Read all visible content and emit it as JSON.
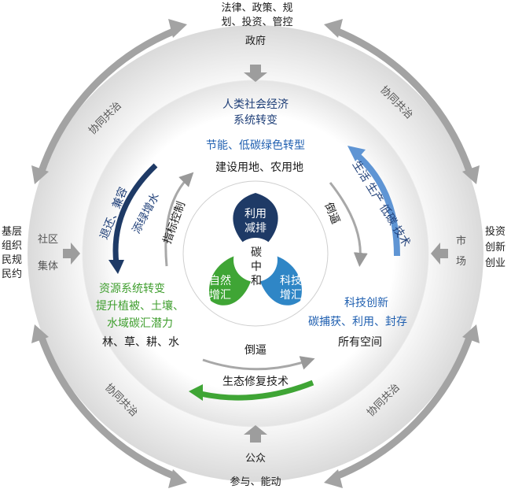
{
  "outer": {
    "top_text": [
      "法律、政策、规",
      "划、投资、管控"
    ],
    "top_actor": "政府",
    "left_text": [
      "基层",
      "组织",
      "民规",
      "民约"
    ],
    "left_actor": [
      "社区",
      "集体"
    ],
    "right_text": [
      "投资",
      "创新",
      "创业"
    ],
    "right_actor": [
      "市",
      "场"
    ],
    "bottom_actor": "公众",
    "bottom_text": "参与、能动",
    "cooperation_label": "协同共治"
  },
  "middle": {
    "top_title": [
      "人类社会经济",
      "系统转变"
    ],
    "top_blue": "节能、低碳绿色转型",
    "top_land": "建设用地、农用地",
    "left_arrow": [
      "退还、兼容",
      "添绿增水"
    ],
    "index_control": "指标控制",
    "right_arrow": "生活 生产 低碳 技术",
    "pressure": "倒逼",
    "bottom_pressure": "倒逼",
    "eco_restore": "生态修复技术",
    "left_green": [
      "资源系统转变",
      "提升植被、土壤、",
      "水域碳汇潜力"
    ],
    "left_land": "林、草、耕、水",
    "right_blue": [
      "科技创新",
      "碳捕获、利用、封存"
    ],
    "right_space": "所有空间"
  },
  "center": {
    "top": [
      "利用",
      "减排"
    ],
    "left": [
      "自然",
      "增汇"
    ],
    "right": [
      "科技",
      "增汇"
    ],
    "core": [
      "碳",
      "中",
      "和"
    ]
  },
  "colors": {
    "navy": "#1e3a66",
    "green": "#3fa535",
    "blue": "#2f86c6",
    "grey_arrow": "#9a9a9a",
    "outer_ring": "#e6e6e6",
    "middle_ring": "#f1f1f1"
  }
}
